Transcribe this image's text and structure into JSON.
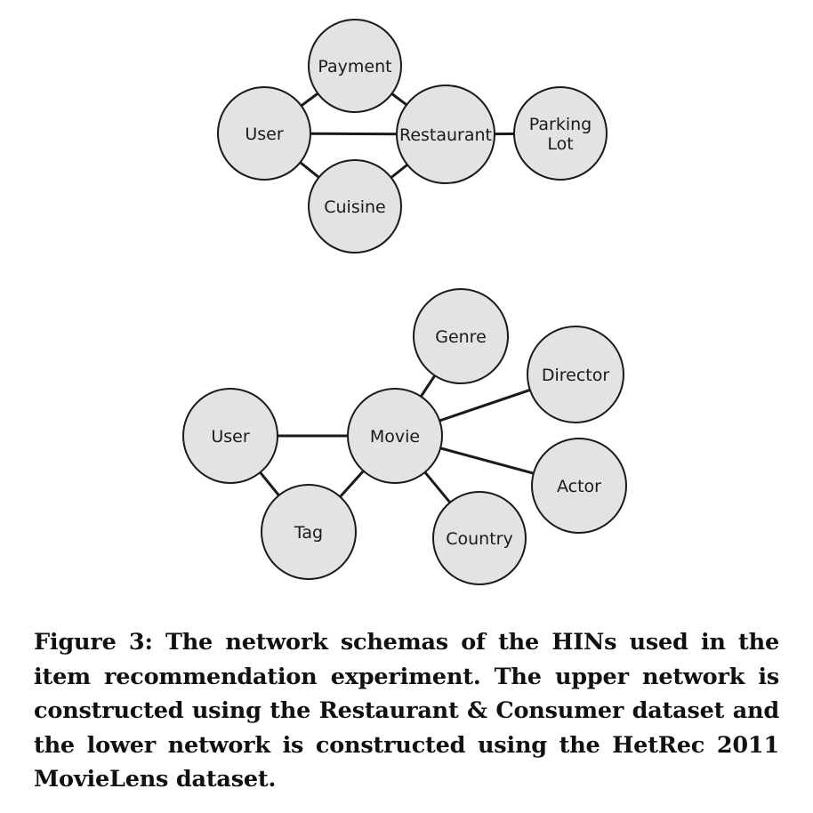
{
  "colors": {
    "node_fill": "#e3e3e3",
    "stroke": "#1a1a1a",
    "text": "#111111"
  },
  "upper_network": {
    "nodes": [
      {
        "id": "payment",
        "lines": [
          "Payment"
        ]
      },
      {
        "id": "user",
        "lines": [
          "User"
        ]
      },
      {
        "id": "restaurant",
        "lines": [
          "Restaurant"
        ]
      },
      {
        "id": "parking-lot",
        "lines": [
          "Parking",
          "Lot"
        ]
      },
      {
        "id": "cuisine",
        "lines": [
          "Cuisine"
        ]
      }
    ],
    "edges": [
      [
        "user",
        "payment"
      ],
      [
        "payment",
        "restaurant"
      ],
      [
        "user",
        "restaurant"
      ],
      [
        "user",
        "cuisine"
      ],
      [
        "cuisine",
        "restaurant"
      ],
      [
        "restaurant",
        "parking-lot"
      ]
    ]
  },
  "lower_network": {
    "nodes": [
      {
        "id": "genre",
        "lines": [
          "Genre"
        ]
      },
      {
        "id": "director",
        "lines": [
          "Director"
        ]
      },
      {
        "id": "user",
        "lines": [
          "User"
        ]
      },
      {
        "id": "movie",
        "lines": [
          "Movie"
        ]
      },
      {
        "id": "actor",
        "lines": [
          "Actor"
        ]
      },
      {
        "id": "tag",
        "lines": [
          "Tag"
        ]
      },
      {
        "id": "country",
        "lines": [
          "Country"
        ]
      }
    ],
    "edges": [
      [
        "user",
        "movie"
      ],
      [
        "user",
        "tag"
      ],
      [
        "tag",
        "movie"
      ],
      [
        "movie",
        "genre"
      ],
      [
        "movie",
        "director"
      ],
      [
        "movie",
        "actor"
      ],
      [
        "movie",
        "country"
      ]
    ]
  },
  "caption": "Figure 3: The network schemas of the HINs used in the item recommendation experiment. The upper network is constructed using the Restaurant & Consumer dataset and the lower network is constructed using the HetRec 2011 MovieLens dataset."
}
